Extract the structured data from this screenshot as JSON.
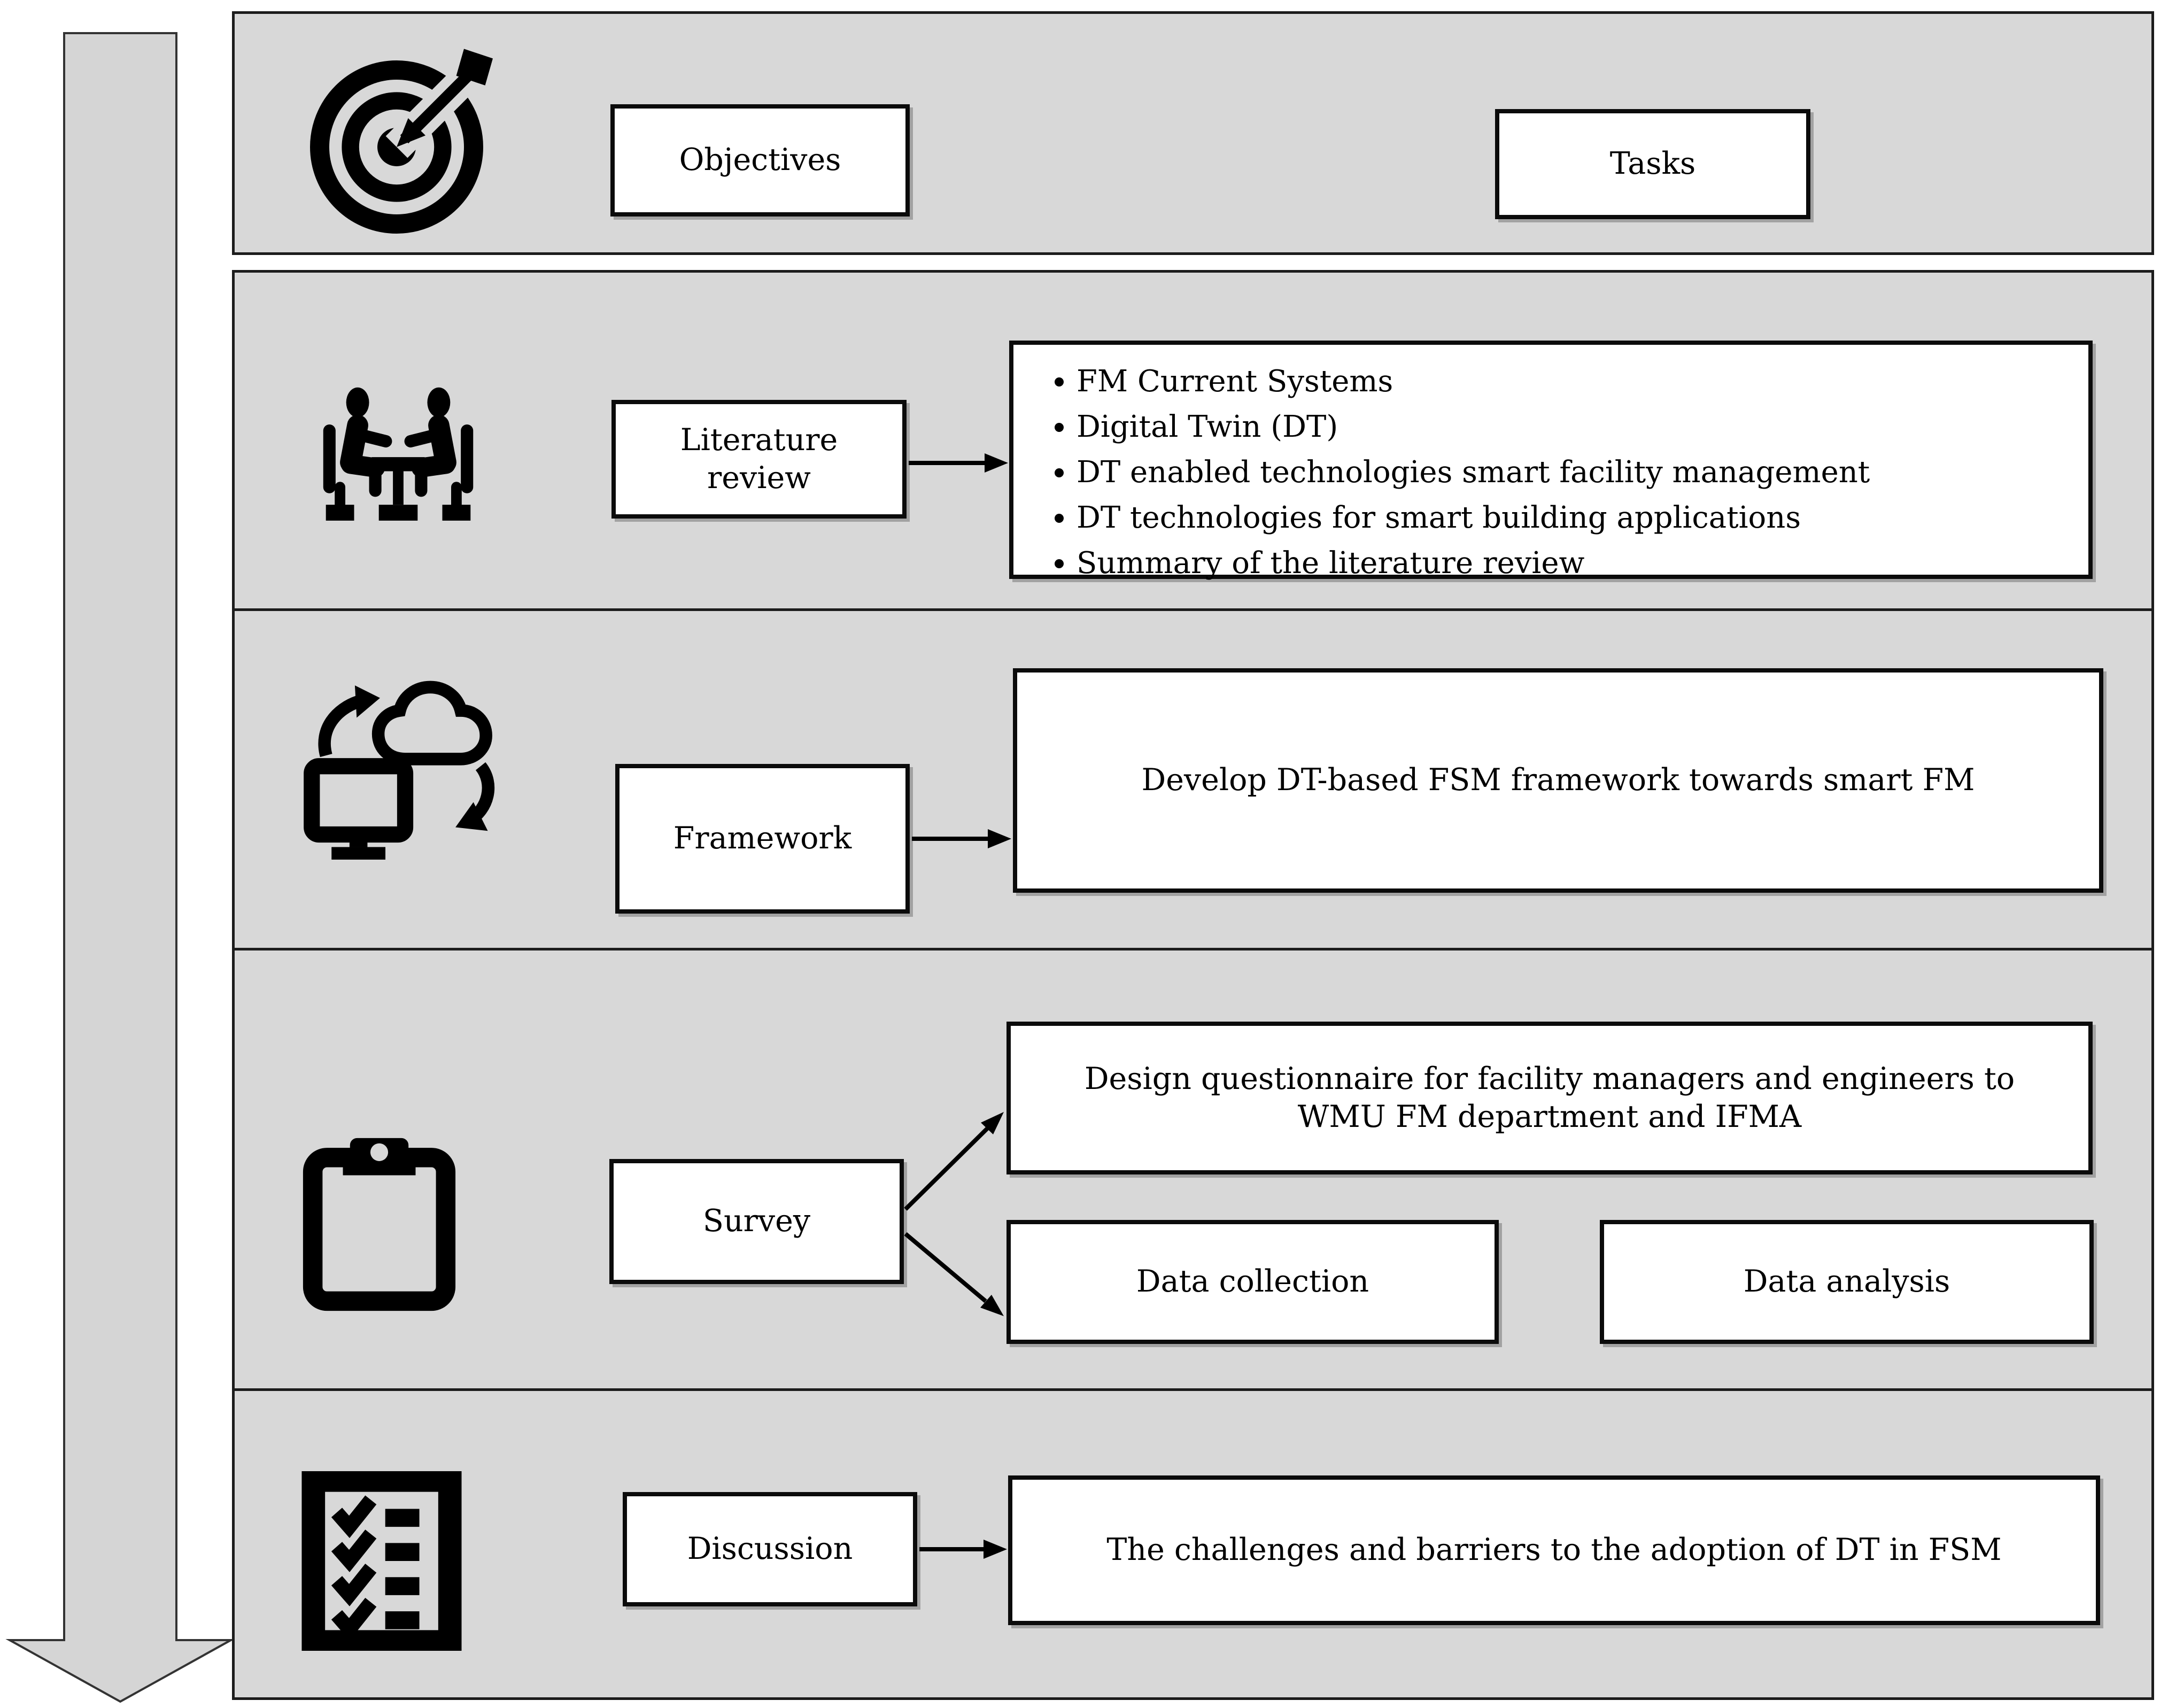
{
  "header": {
    "objectives_label": "Objectives",
    "tasks_label": "Tasks",
    "icon": "target-icon"
  },
  "rows": [
    {
      "icon": "meeting-icon",
      "label": "Literature review",
      "bullets": [
        "FM Current Systems",
        "Digital Twin (DT)",
        "DT enabled technologies smart facility management",
        "DT technologies for smart building applications",
        "Summary of the literature review"
      ]
    },
    {
      "icon": "cloud-sync-icon",
      "label": "Framework",
      "task": "Develop DT-based FSM framework towards smart FM"
    },
    {
      "icon": "clipboard-icon",
      "label": "Survey",
      "questionnaire_task": "Design questionnaire for facility managers and engineers to WMU FM department and IFMA",
      "collection_task": "Data collection",
      "analysis_task": "Data analysis"
    },
    {
      "icon": "checklist-icon",
      "label": "Discussion",
      "task": "The challenges and barriers to the adoption of DT in FSM"
    }
  ],
  "colors": {
    "band_fill": "#d8d8d8",
    "band_border": "#1c1c1c",
    "box_bg": "#ffffff",
    "box_border": "#0b0b0b",
    "flow_arrow_fill": "#d5d5d5",
    "flow_arrow_stroke": "#333333",
    "text": "#000000"
  }
}
